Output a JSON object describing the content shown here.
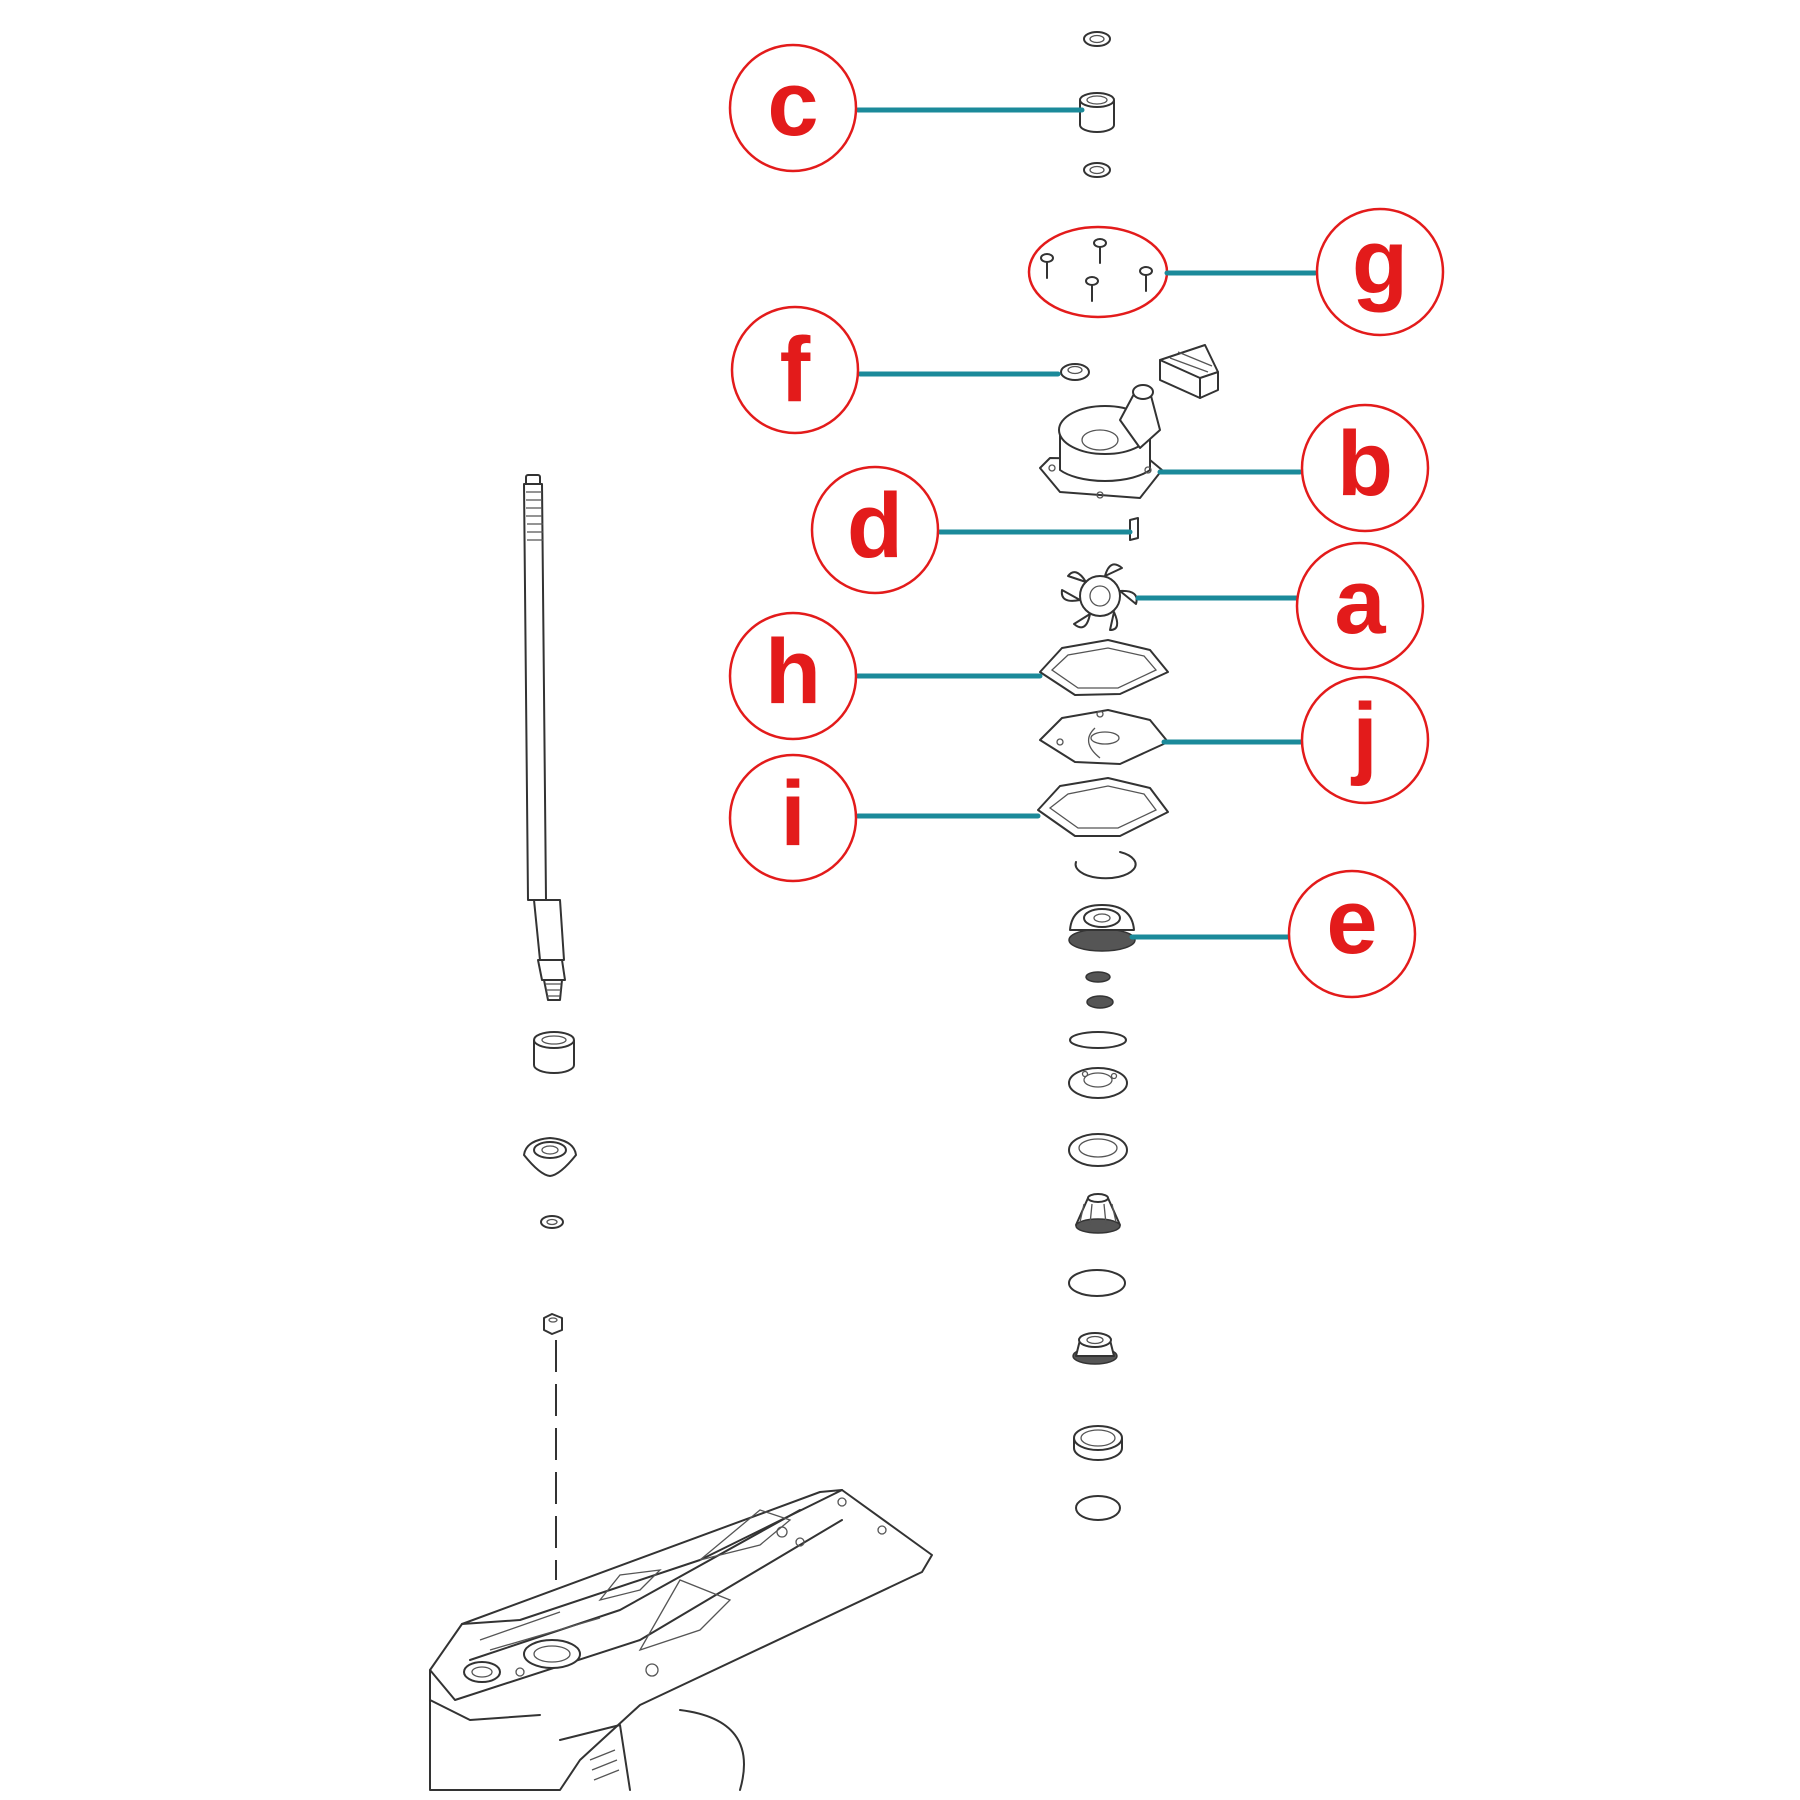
{
  "colors": {
    "leader": "#1b8a9a",
    "callout": "#e31b1b",
    "line_art": "#333333"
  },
  "callouts": [
    {
      "id": "a",
      "label": "a"
    },
    {
      "id": "b",
      "label": "b"
    },
    {
      "id": "c",
      "label": "c"
    },
    {
      "id": "d",
      "label": "d"
    },
    {
      "id": "e",
      "label": "e"
    },
    {
      "id": "f",
      "label": "f"
    },
    {
      "id": "g",
      "label": "g"
    },
    {
      "id": "h",
      "label": "h"
    },
    {
      "id": "i",
      "label": "i"
    },
    {
      "id": "j",
      "label": "j"
    }
  ]
}
